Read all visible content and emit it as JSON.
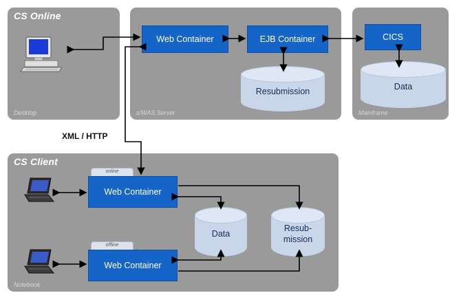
{
  "panels": {
    "cs_online": {
      "title": "CS Online",
      "sublabel": "Desktop"
    },
    "server": {
      "sublabel": "z/WAS Server"
    },
    "mainframe": {
      "sublabel": "Mainframe"
    },
    "cs_client": {
      "title": "CS Client",
      "sublabel": "Notebook"
    }
  },
  "nodes": {
    "web_container_online": "Web Container",
    "ejb_container": "EJB Container",
    "resubmission_server": "Resubmission",
    "cics": "CICS",
    "data_mainframe": "Data",
    "web_container_client_1": "Web Container",
    "web_container_client_2": "Web Container",
    "tab_1": "online",
    "tab_2": "offline",
    "data_client": "Data",
    "resubmission_client_line1": "Resub-",
    "resubmission_client_line2": "mission"
  },
  "connection_label": "XML / HTTP",
  "colors": {
    "panel": "#9a9a9a",
    "container_blue": "#1565c8",
    "database": "#c9d6ea",
    "arrow": "#000000"
  },
  "icons": [
    "desktop-computer-icon",
    "laptop-icon"
  ]
}
